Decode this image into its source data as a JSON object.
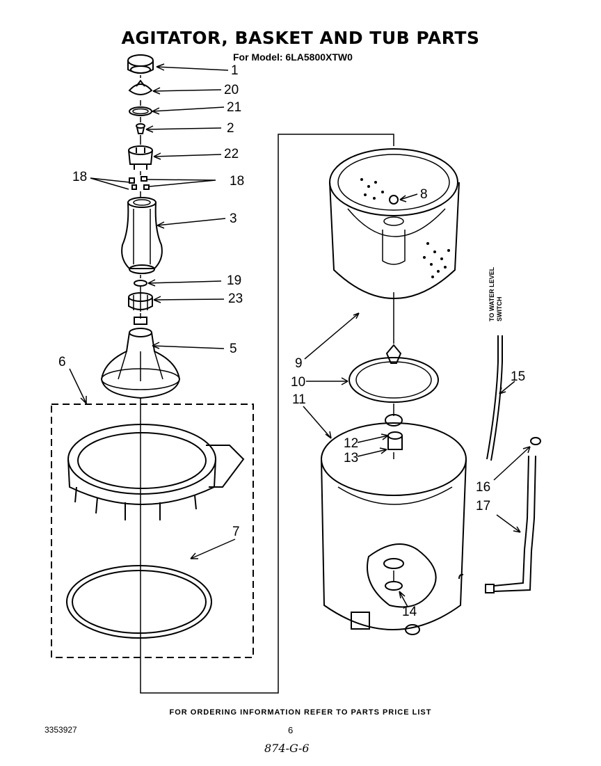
{
  "header": {
    "title": "AGITATOR, BASKET AND TUB PARTS",
    "subtitle": "For Model: 6LA5800XTW0"
  },
  "callouts": {
    "c1": "1",
    "c20": "20",
    "c21": "21",
    "c2": "2",
    "c22": "22",
    "c18a": "18",
    "c18b": "18",
    "c3": "3",
    "c19": "19",
    "c23": "23",
    "c5": "5",
    "c6": "6",
    "c7": "7",
    "c8": "8",
    "c9": "9",
    "c10": "10",
    "c11": "11",
    "c12": "12",
    "c13": "13",
    "c14": "14",
    "c15": "15",
    "c16": "16",
    "c17": "17"
  },
  "annotations": {
    "water_level_line1": "TO WATER LEVEL",
    "water_level_line2": "SWITCH"
  },
  "footer": {
    "ordering_note": "FOR ORDERING INFORMATION REFER TO PARTS PRICE LIST",
    "document_number": "3353927",
    "page_number": "6",
    "handwritten_note": "874-G-6"
  }
}
